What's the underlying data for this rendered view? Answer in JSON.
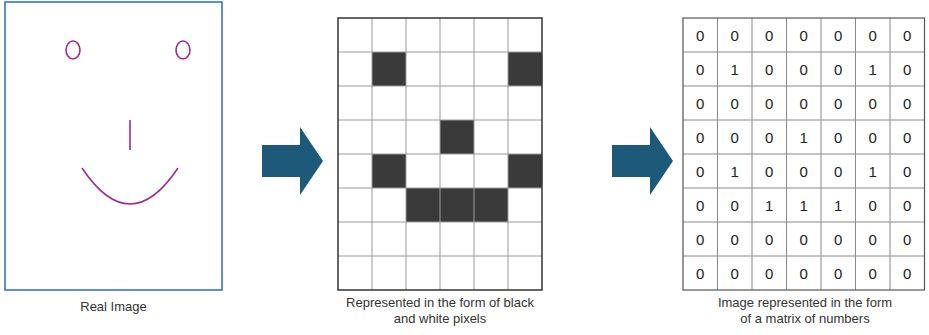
{
  "diagram": {
    "labels": [
      "Real Image",
      "Represented in the form of black and white pixels",
      "Image represented in the form of a matrix of numbers",
      "0",
      "0",
      "0",
      "0",
      "0",
      "0",
      "0",
      "0",
      "1",
      "0",
      "0",
      "0",
      "1",
      "0",
      "0",
      "0",
      "0",
      "0",
      "0",
      "0",
      "0",
      "0",
      "0",
      "0",
      "1",
      "0",
      "0",
      "0",
      "0",
      "1",
      "0",
      "0",
      "0",
      "1",
      "0",
      "0",
      "0",
      "1",
      "1",
      "1",
      "0",
      "0",
      "0",
      "0",
      "0",
      "0",
      "0",
      "0",
      "0",
      "0",
      "0",
      "0",
      "0",
      "0",
      "0",
      "0"
    ]
  }
}
